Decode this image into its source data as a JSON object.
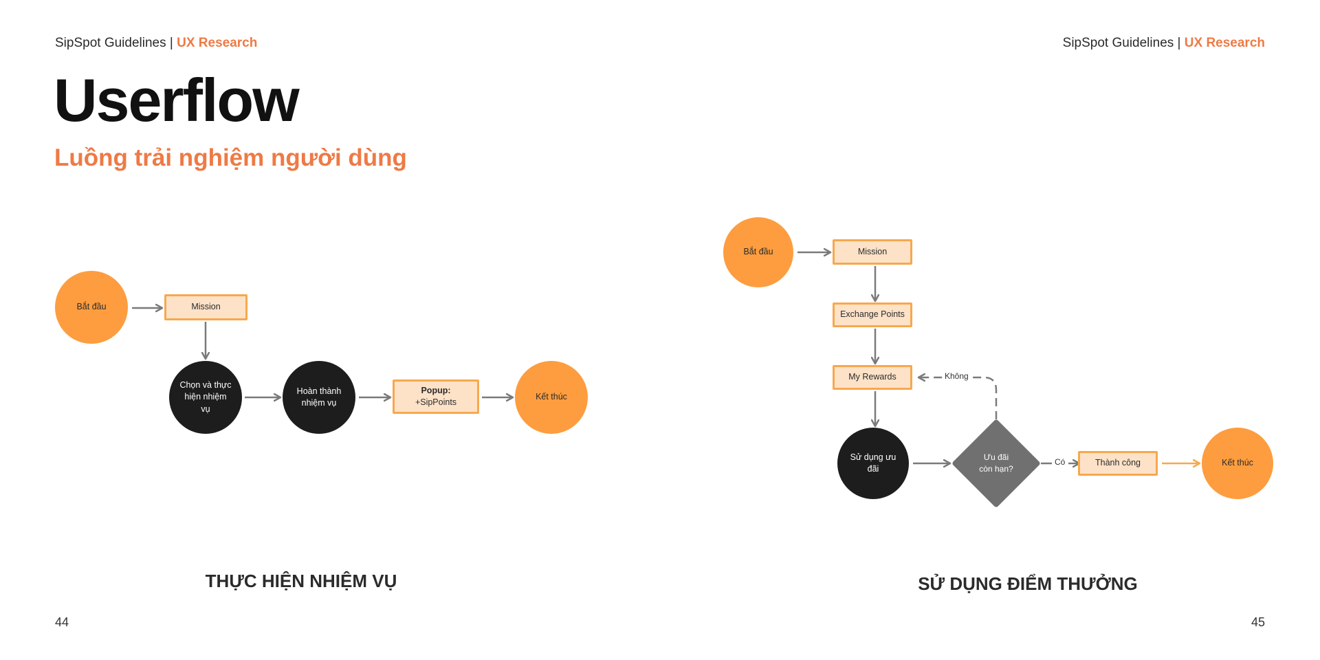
{
  "header_left": {
    "brand": "SipSpot Guidelines",
    "separator": "|",
    "section": "UX Research"
  },
  "header_right": {
    "brand": "SipSpot Guidelines",
    "separator": "|",
    "section": "UX Research"
  },
  "title": "Userflow",
  "subtitle": "Luồng trải nghiệm người dùng",
  "flow1": {
    "caption": "THỰC HIỆN NHIỆM VỤ",
    "nodes": {
      "start": "Bắt đầu",
      "mission": "Mission",
      "choose": "Chọn và thực\nhiện nhiệm\nvụ",
      "complete": "Hoàn thành\nnhiệm vụ",
      "popup_title": "Popup:",
      "popup_points": "+SipPoints",
      "end": "Kết thúc"
    }
  },
  "flow2": {
    "caption": "SỬ DỤNG ĐIỂM THƯỞNG",
    "nodes": {
      "start": "Bắt đầu",
      "mission": "Mission",
      "exchange": "Exchange Points",
      "rewards": "My Rewards",
      "use_offer": "Sử dụng ưu\nđãi",
      "decision": "Ưu đãi\ncòn hạn?",
      "success": "Thành công",
      "end": "Kết thúc"
    },
    "edge_labels": {
      "no": "Không",
      "yes": "Có"
    }
  },
  "page_numbers": {
    "left": "44",
    "right": "45"
  },
  "colors": {
    "accent": "#ee7a45",
    "orange_node": "#fd9d3f",
    "box_fill": "#fde2c8",
    "box_border": "#f7a84e",
    "dark_node": "#1d1d1d",
    "decision": "#707070",
    "arrow": "#7a7a7a",
    "arrow_accent": "#f7a84e"
  }
}
